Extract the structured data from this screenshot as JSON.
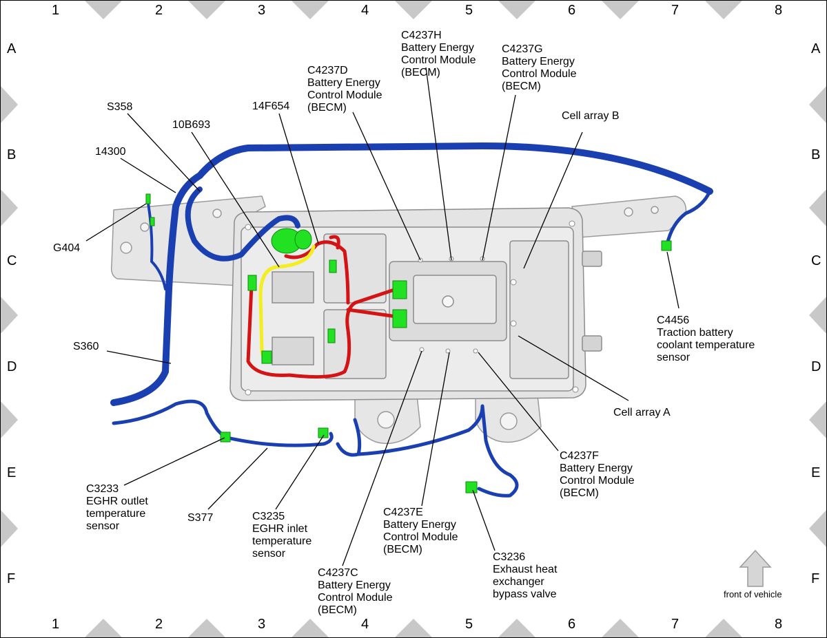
{
  "grid": {
    "columns": [
      "1",
      "2",
      "3",
      "4",
      "5",
      "6",
      "7",
      "8"
    ],
    "rows": [
      "A",
      "B",
      "C",
      "D",
      "E",
      "F"
    ]
  },
  "callouts": {
    "c4237h": "C4237H\nBattery Energy\nControl Module\n(BECM)",
    "c4237g": "C4237G\nBattery Energy\nControl Module\n(BECM)",
    "c4237d": "C4237D\nBattery Energy\nControl Module\n(BECM)",
    "s358": "S358",
    "f14f654": "14F654",
    "b10b693": "10B693",
    "cell_array_b": "Cell array B",
    "n14300": "14300",
    "g404": "G404",
    "c4456": "C4456\nTraction battery\ncoolant temperature\nsensor",
    "s360": "S360",
    "cell_array_a": "Cell array A",
    "c4237f": "C4237F\nBattery Energy\nControl Module\n(BECM)",
    "c3233": "C3233\nEGHR outlet\ntemperature\nsensor",
    "s377": "S377",
    "c3235": "C3235\nEGHR inlet\ntemperature\nsensor",
    "c4237e": "C4237E\nBattery Energy\nControl Module\n(BECM)",
    "c3236": "C3236\nExhaust heat\nexchanger\nbypass valve",
    "c4237c": "C4237C\nBattery Energy\nControl Module\n(BECM)"
  },
  "front_of_vehicle": "front of vehicle",
  "colors": {
    "harness_blue": "#1a3fb0",
    "harness_red": "#d41414",
    "harness_yellow": "#f2ee20",
    "connector_green": "#22e022",
    "housing_gray": "#e4e4e4",
    "border_marker": "#c8c8c8"
  }
}
